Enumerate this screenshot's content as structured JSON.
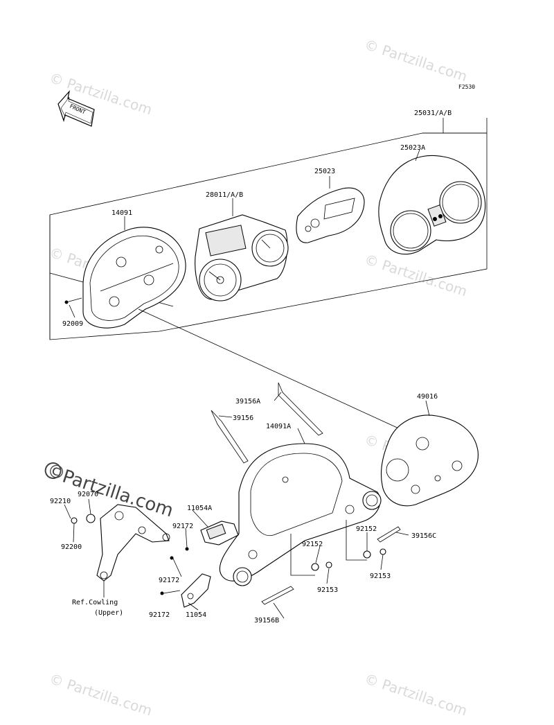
{
  "figure_code": "F2530",
  "front_label": "FRONT",
  "watermark": "© Partzilla.com",
  "watermark_short": "Partzilla.com",
  "copyright_symbol": "©",
  "parts": {
    "p25031": "25031/A/B",
    "p25023A": "25023A",
    "p25023": "25023",
    "p28011": "28011/A/B",
    "p14091": "14091",
    "p92009": "92009",
    "p49016": "49016",
    "p39156A": "39156A",
    "p39156": "39156",
    "p14091A": "14091A",
    "p92210": "92210",
    "p92070": "92070",
    "p92200": "92200",
    "p11054A": "11054A",
    "p92172a": "92172",
    "p92172b": "92172",
    "p92172c": "92172",
    "p11054": "11054",
    "p92152a": "92152",
    "p92153a": "92153",
    "p92152b": "92152",
    "p92153b": "92153",
    "p39156C": "39156C",
    "p39156B": "39156B"
  },
  "ref_label_line1": "Ref.Cowling",
  "ref_label_line2": "(Upper)",
  "colors": {
    "line": "#000000",
    "watermark": "#d9d9d9",
    "background": "#ffffff"
  }
}
